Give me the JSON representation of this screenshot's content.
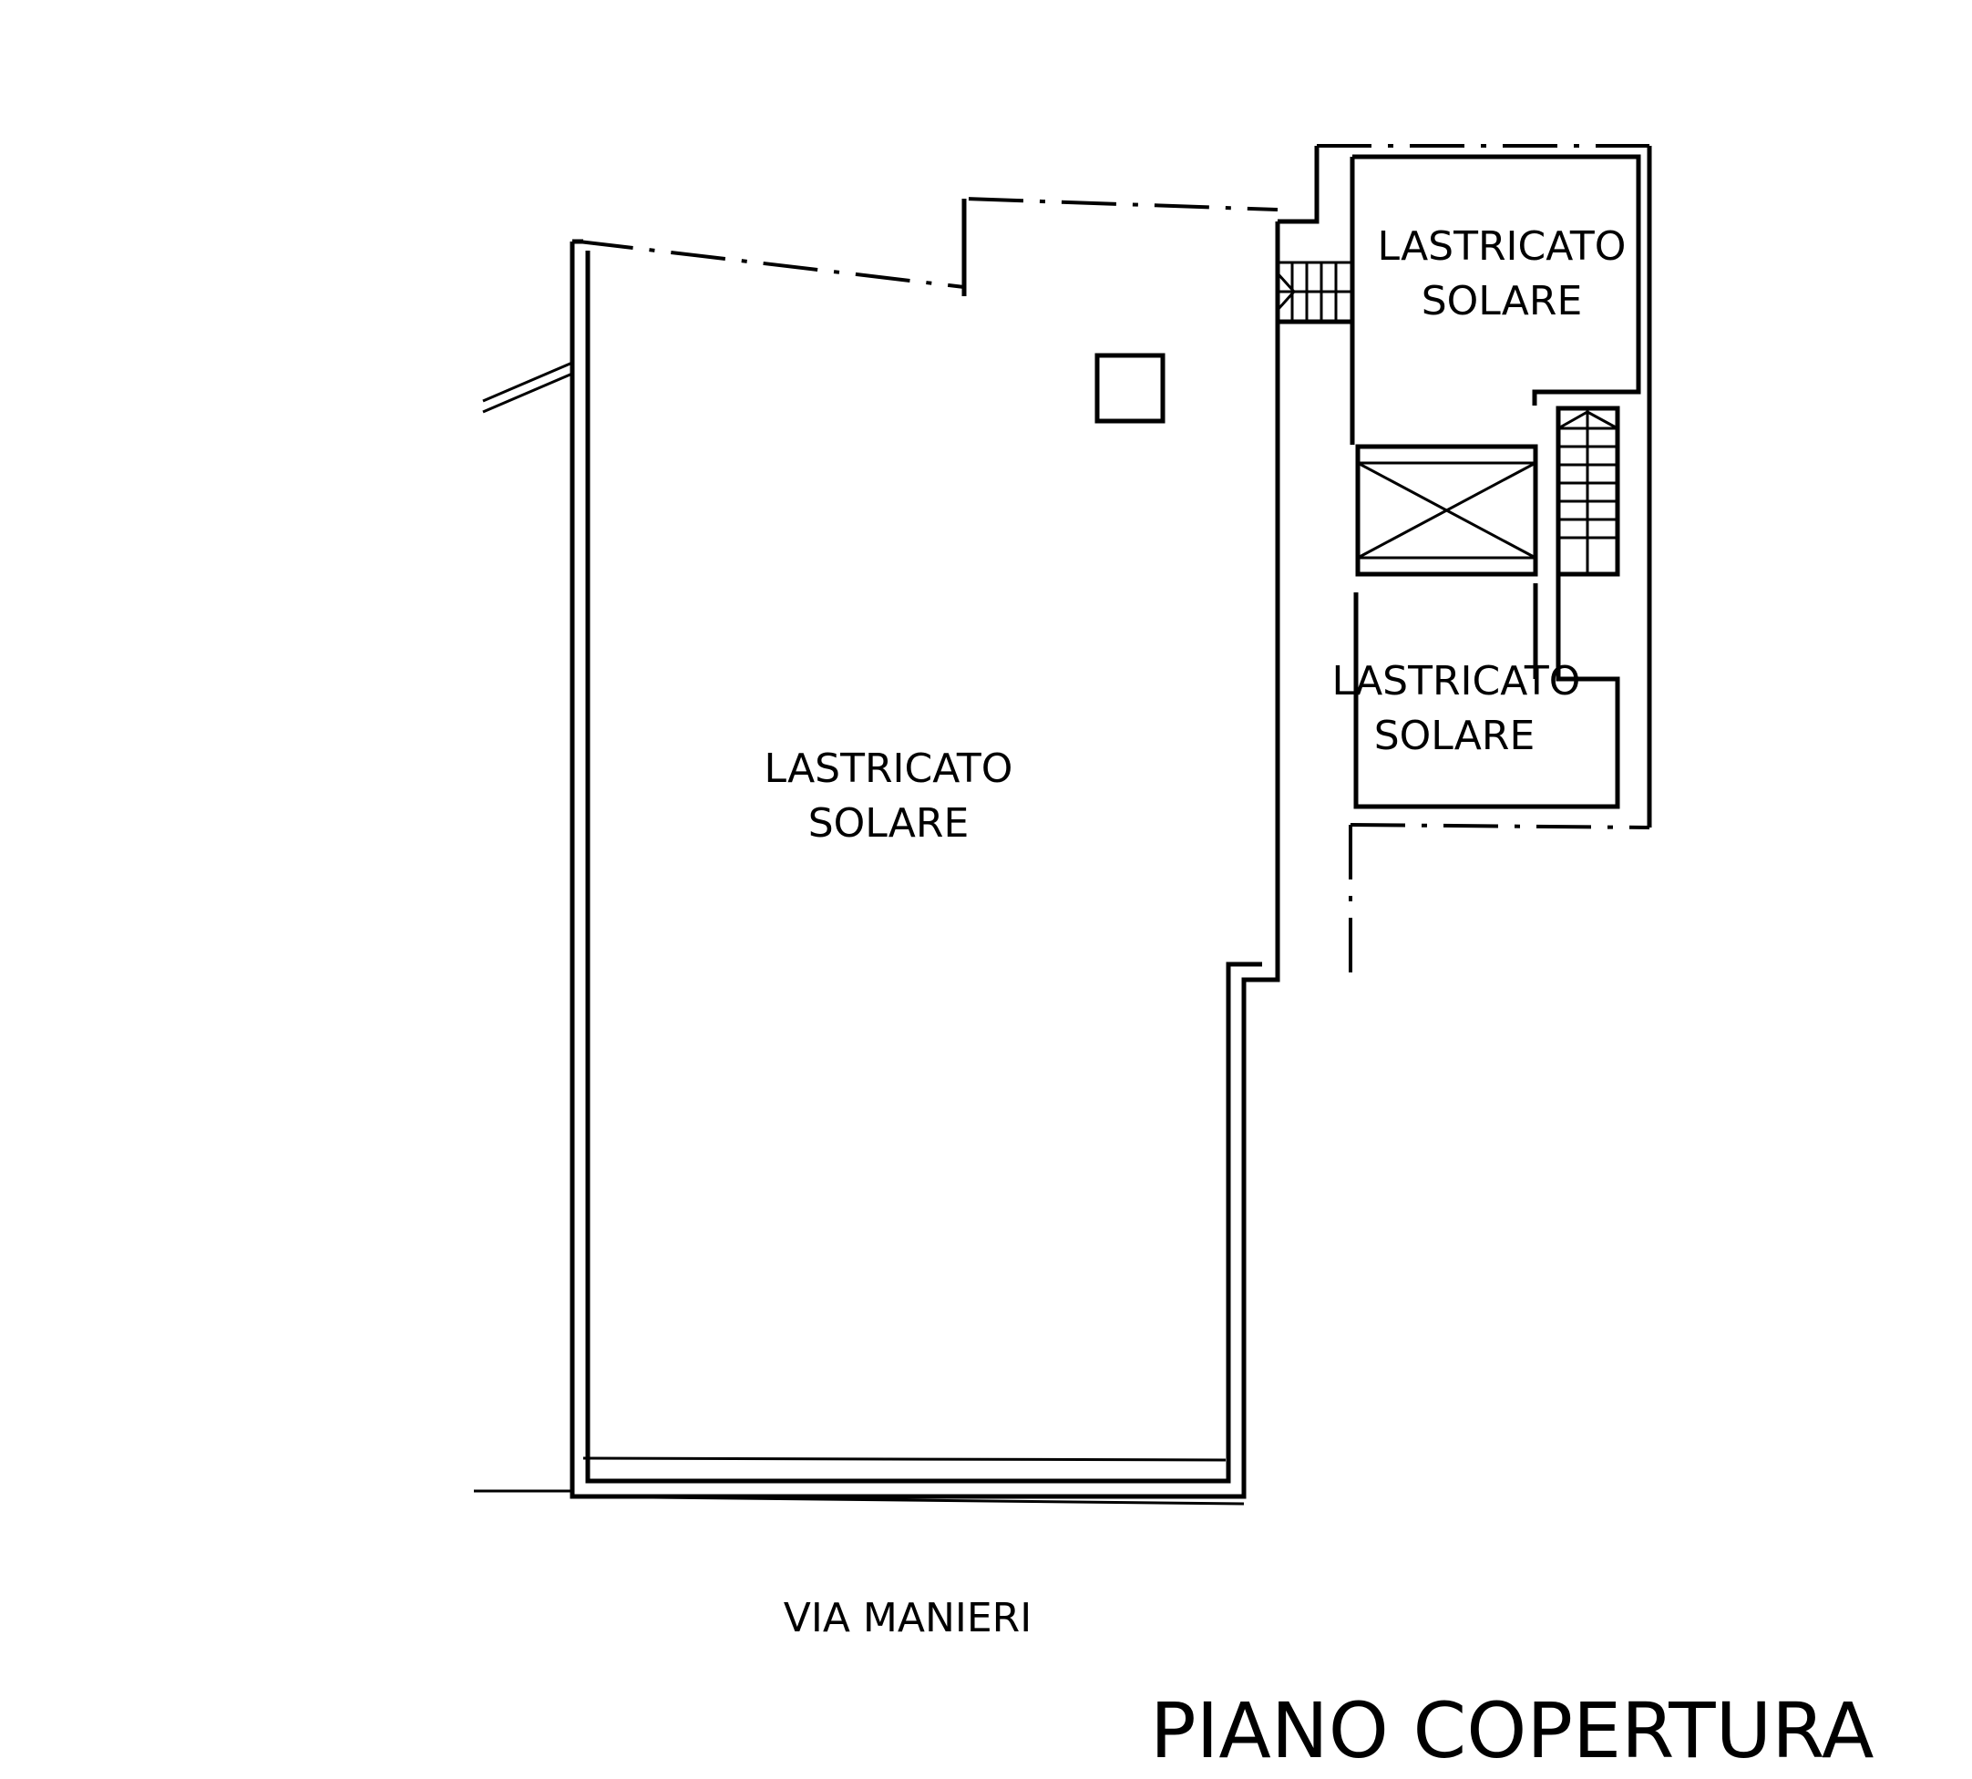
{
  "floor_plan": {
    "rooms": [
      {
        "line1": "LASTRICATO",
        "line2": "SOLARE"
      },
      {
        "line1": "LASTRICATO",
        "line2": "SOLARE"
      },
      {
        "line1": "LASTRICATO",
        "line2": "SOLARE"
      }
    ],
    "street_label": "VIA MANIERI",
    "title": "PIANO COPERTURA"
  },
  "colors": {
    "ink": "#000000",
    "paper": "#ffffff"
  }
}
